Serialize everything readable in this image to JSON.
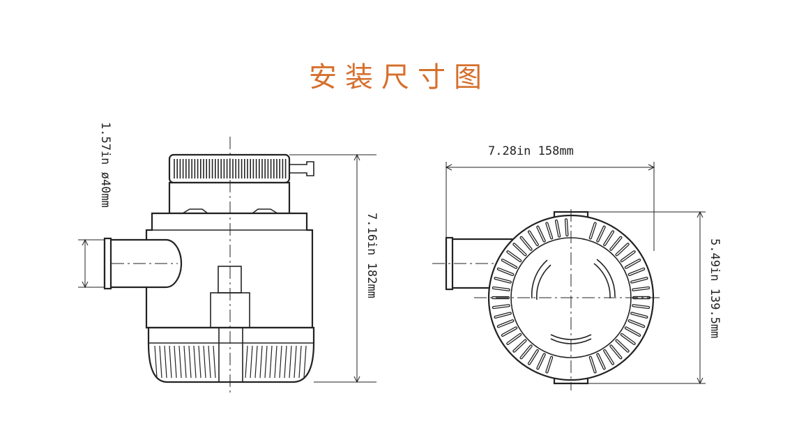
{
  "title": "安装尺寸图",
  "side_view": {
    "outlet_dim": "1.57in  ø40mm",
    "height_dim": "7.16in  182mm"
  },
  "bottom_view": {
    "width_dim": "7.28in  158mm",
    "depth_dim": "5.49in  139.5mm"
  },
  "colors": {
    "title": "#d6702d",
    "line": "#222222"
  }
}
